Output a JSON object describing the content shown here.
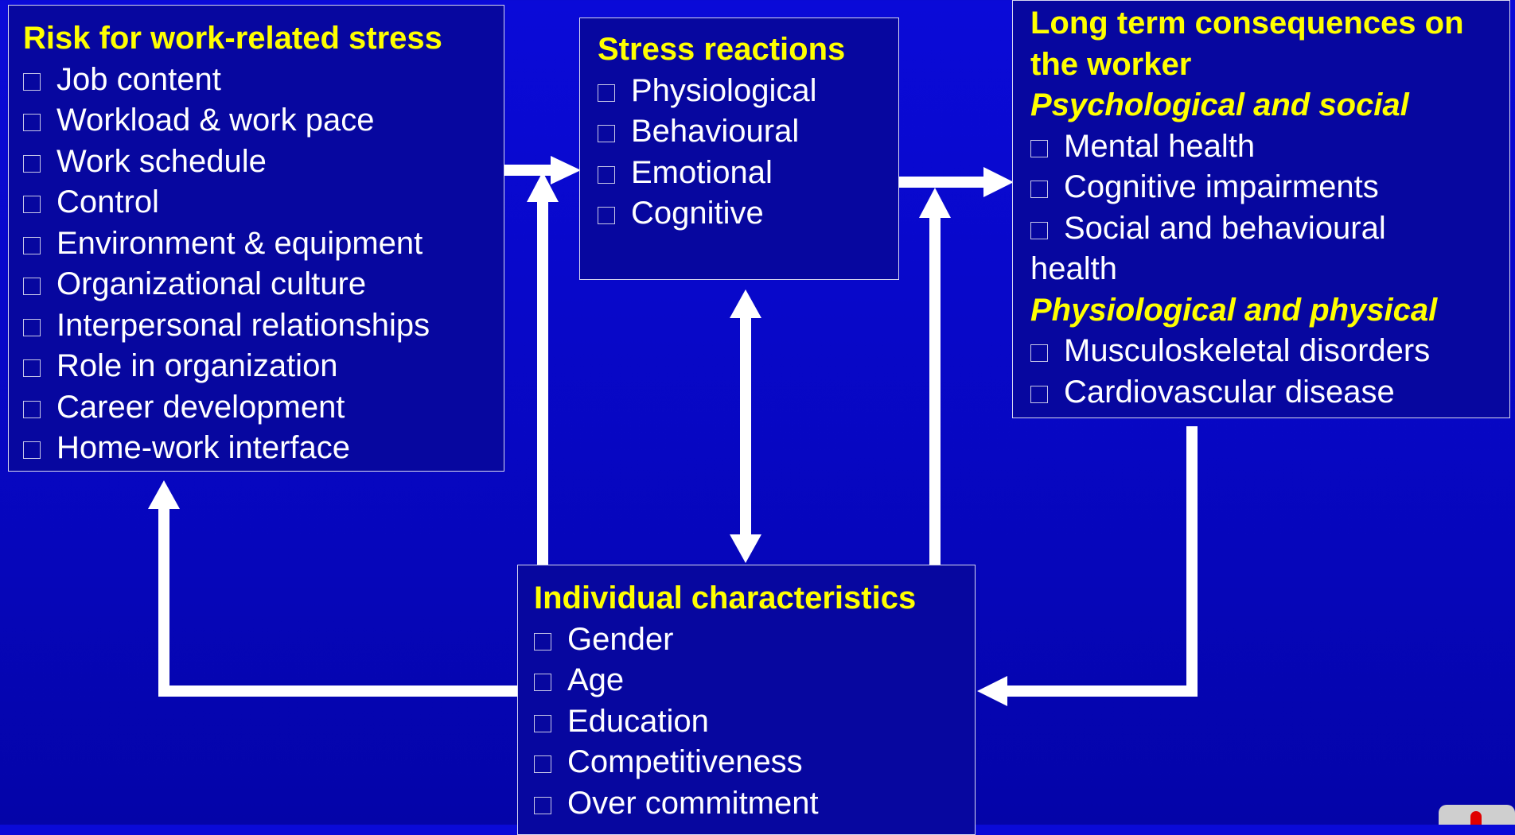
{
  "risk_box": {
    "title": "Risk for work-related stress",
    "items": [
      "Job content",
      "Workload & work pace",
      "Work schedule",
      "Control",
      "Environment & equipment",
      "Organizational culture",
      "Interpersonal relationships",
      "Role in organization",
      "Career development",
      "Home-work interface"
    ]
  },
  "stress_box": {
    "title": "Stress reactions",
    "items": [
      "Physiological",
      "Behavioural",
      "Emotional",
      "Cognitive"
    ]
  },
  "consequences_box": {
    "title_line1": "Long term consequences on",
    "title_line2": "the worker",
    "subtitle_psych": "Psychological and social",
    "psych_items": [
      "Mental health",
      "Cognitive impairments",
      "Social and behavioural"
    ],
    "psych_item_wrap": "health",
    "subtitle_phys": "Physiological and physical",
    "phys_items": [
      "Musculoskeletal disorders",
      "Cardiovascular disease"
    ]
  },
  "individual_box": {
    "title": "Individual characteristics",
    "items": [
      "Gender",
      "Age",
      "Education",
      "Competitiveness",
      "Over commitment"
    ]
  },
  "colors": {
    "background": "#0707c2",
    "box_fill": "#07079f",
    "title": "#ffff00",
    "text": "#ffffff",
    "arrow": "#ffffff"
  }
}
